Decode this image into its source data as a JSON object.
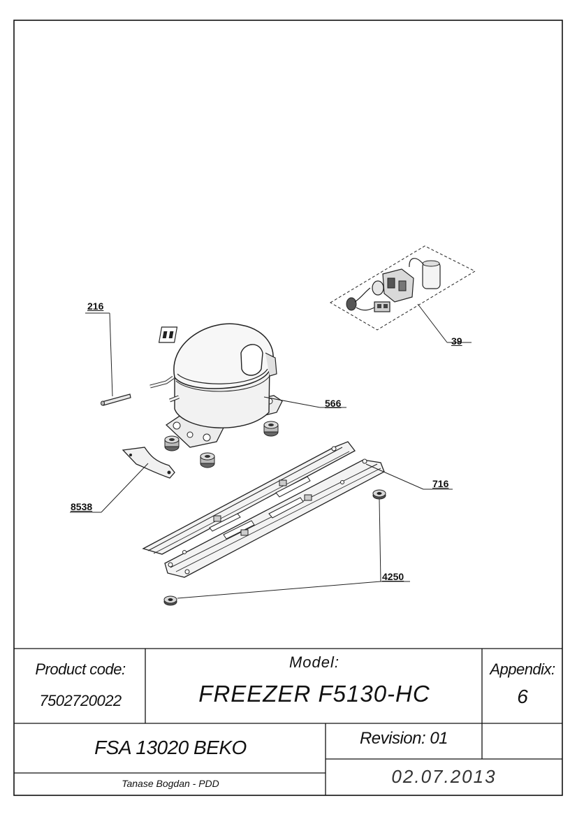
{
  "drawing": {
    "callouts": {
      "c216": "216",
      "c39": "39",
      "c566": "566",
      "c716": "716",
      "c8538": "8538",
      "c4250": "4250"
    }
  },
  "title_block": {
    "product_code_label": "Product code:",
    "product_code": "7502720022",
    "model_label": "Model:",
    "model": "FREEZER F5130-HC",
    "appendix_label": "Appendix:",
    "appendix": "6",
    "fsa": "FSA 13020 BEKO",
    "revision": "Revision: 01",
    "author": "Tanase Bogdan - PDD",
    "date": "02.07.2013"
  }
}
